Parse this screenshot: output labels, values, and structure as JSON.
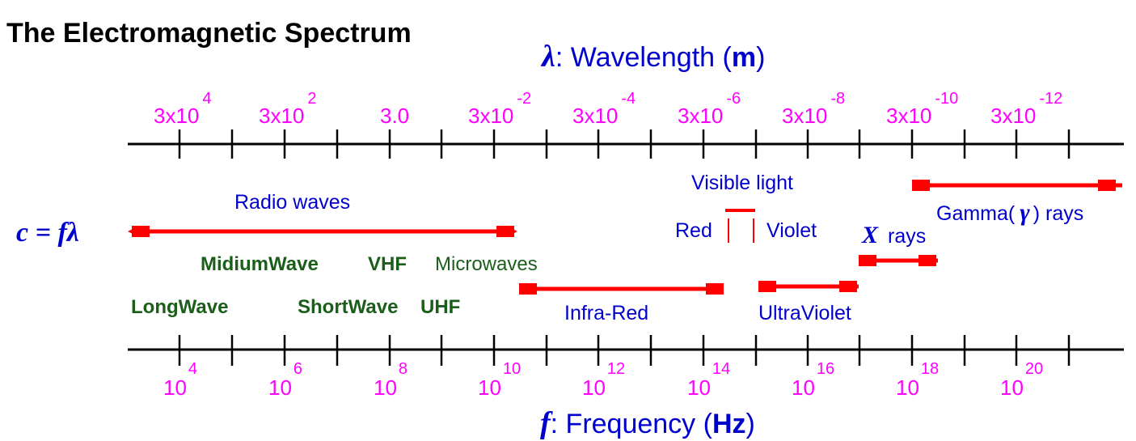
{
  "title": "The Electromagnetic Spectrum",
  "wavelength_axis": {
    "symbol": "λ",
    "label": ": Wavelength (",
    "unit": "m",
    "close": ")",
    "ticks": [
      {
        "base": "3x10",
        "exp": "4"
      },
      {
        "base": "3x10",
        "exp": "2"
      },
      {
        "base": "3.0",
        "exp": ""
      },
      {
        "base": "3x10",
        "exp": "-2"
      },
      {
        "base": "3x10",
        "exp": "-4"
      },
      {
        "base": "3x10",
        "exp": "-6"
      },
      {
        "base": "3x10",
        "exp": "-8"
      },
      {
        "base": "3x10",
        "exp": "-10"
      },
      {
        "base": "3x10",
        "exp": "-12"
      }
    ]
  },
  "frequency_axis": {
    "symbol": "f",
    "label": ": Frequency (",
    "unit": "Hz",
    "close": ")",
    "ticks": [
      {
        "base": "10",
        "exp": "4"
      },
      {
        "base": "10",
        "exp": "6"
      },
      {
        "base": "10",
        "exp": "8"
      },
      {
        "base": "10",
        "exp": "10"
      },
      {
        "base": "10",
        "exp": "12"
      },
      {
        "base": "10",
        "exp": "14"
      },
      {
        "base": "10",
        "exp": "16"
      },
      {
        "base": "10",
        "exp": "18"
      },
      {
        "base": "10",
        "exp": "20"
      }
    ]
  },
  "formula": "c = fλ",
  "bands": {
    "radio": "Radio waves",
    "visible": "Visible light",
    "red": "Red",
    "violet": "Violet",
    "gamma_prefix": "Gamma(",
    "gamma_symbol": "γ",
    "gamma_suffix": ") rays",
    "xray_symbol": "X",
    "xray_suffix": "rays",
    "infrared": "Infra-Red",
    "ultraviolet": "UltraViolet"
  },
  "radio_subbands": {
    "medium_wave": "MidiumWave",
    "vhf": "VHF",
    "microwaves": "Microwaves",
    "long_wave": "LongWave",
    "short_wave": "ShortWave",
    "uhf": "UHF"
  },
  "colors": {
    "axis_labels": "#ff00ff",
    "band_labels": "#0000cc",
    "radio_subbands": "#1a5e1a",
    "ranges": "#ff0000"
  }
}
